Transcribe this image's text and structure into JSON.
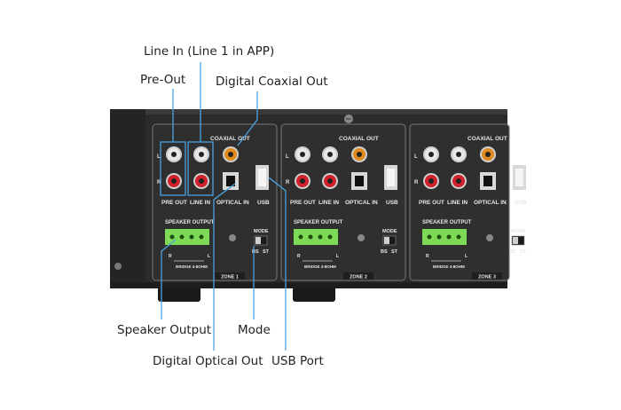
{
  "callouts": {
    "line_in": "Line In (Line 1 in APP)",
    "pre_out": "Pre-Out",
    "digital_coaxial_out": "Digital Coaxial Out",
    "speaker_output": "Speaker Output",
    "mode": "Mode",
    "digital_optical_out": "Digital Optical Out",
    "usb_port": "USB Port"
  },
  "panel": {
    "coaxial_out": "COAXIAL OUT",
    "pre_out": "PRE OUT",
    "line_in": "LINE IN",
    "optical_in": "OPTICAL IN",
    "usb": "USB",
    "speaker_output": "SPEAKER OUTPUT",
    "mode": "MODE",
    "bs": "BS",
    "st": "ST",
    "bridge": "BRIDGE 4-8OHM",
    "l": "L",
    "r": "R",
    "zones": [
      "ZONE 1",
      "ZONE 2",
      "ZONE 3"
    ]
  },
  "colors": {
    "callout_line": "#4aa3df",
    "chassis": "#2a2a2a",
    "terminal_green": "#7ed957",
    "rca_red": "#d0202a",
    "rca_white": "#e8e8e8",
    "coax_orange": "#e08a1e"
  }
}
